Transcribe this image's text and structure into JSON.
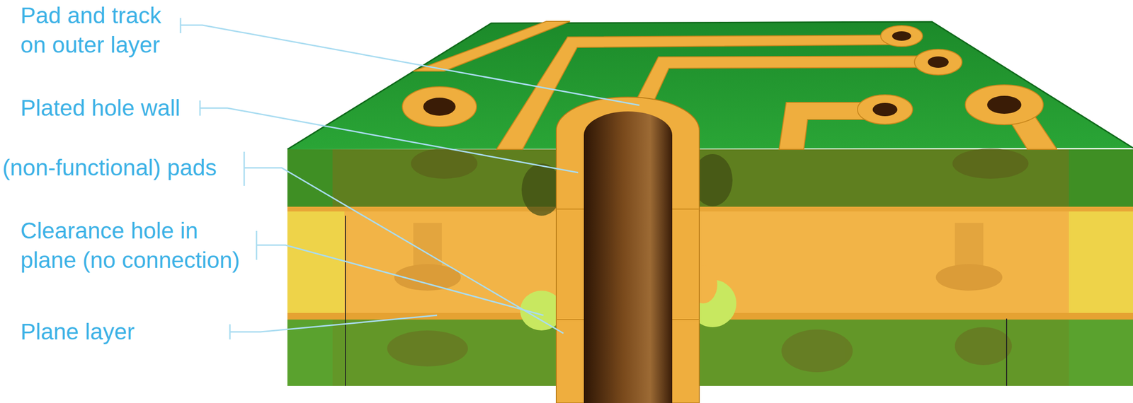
{
  "diagram": {
    "labels": [
      "Pad and track on outer layer",
      "Plated hole wall",
      "(non-functional) pads",
      "Clearance hole in plane (no connection)",
      "Plane layer"
    ]
  }
}
